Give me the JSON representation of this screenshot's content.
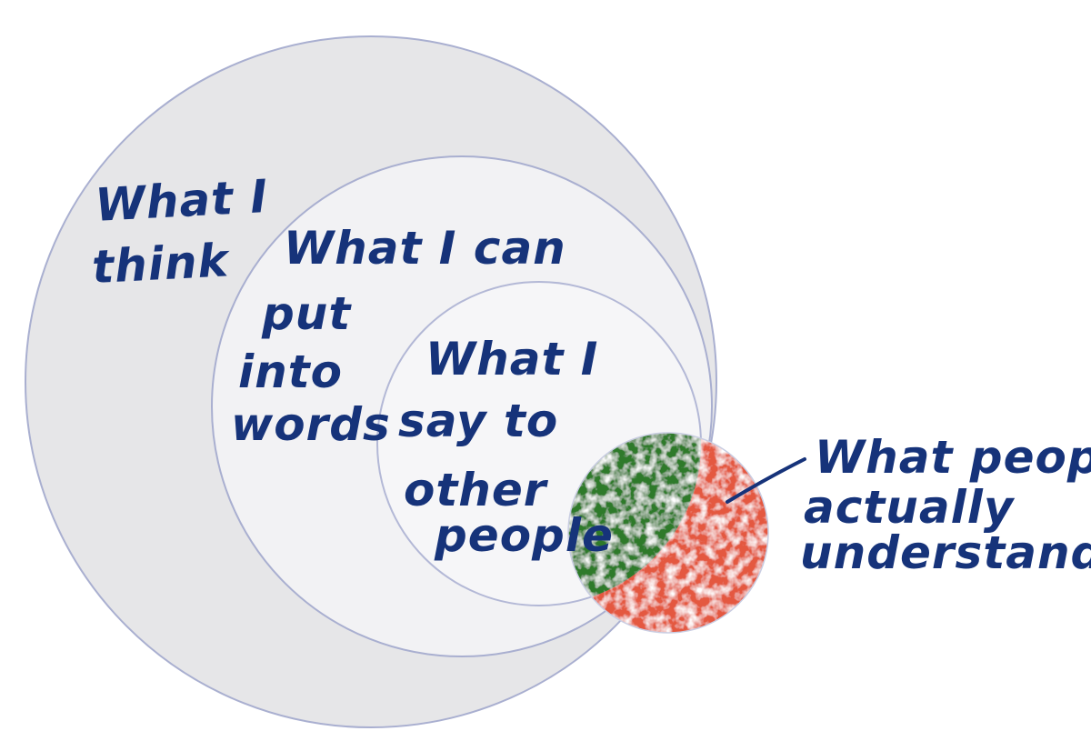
{
  "diagram": {
    "labels": {
      "think": [
        "What I",
        "think"
      ],
      "put_into_words": [
        "What I can",
        "put",
        "into",
        "words"
      ],
      "say": [
        "What I",
        "say to",
        "other",
        "people"
      ],
      "understand": [
        "What people",
        "actually",
        "understand"
      ]
    },
    "colors": {
      "ink": "#16337a",
      "outer_fill": "#e6e6e8",
      "middle_fill": "#f2f2f4",
      "inner_fill": "#f6f6f8",
      "circle_stroke": "#a9afd0",
      "understood_overlap": "#2e7a2c",
      "understood_outside": "#e4583f"
    }
  }
}
